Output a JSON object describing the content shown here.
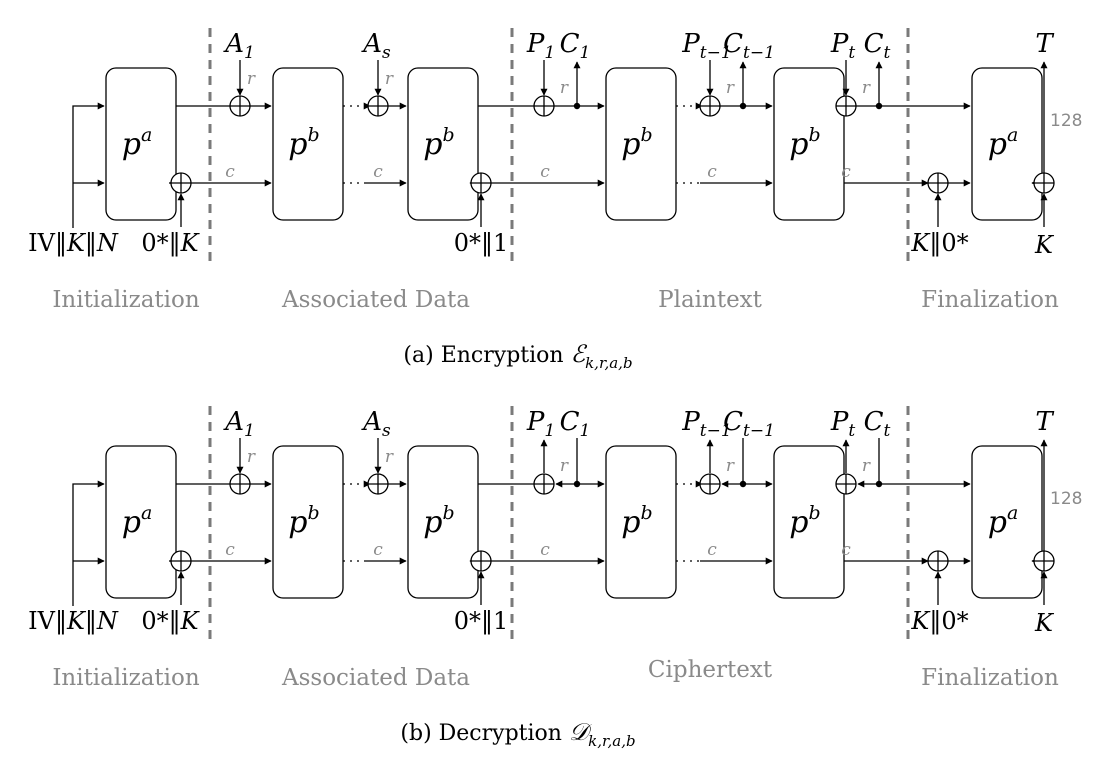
{
  "panels": [
    {
      "caption": "(a) Encryption",
      "caption_symbol": "ℰ",
      "caption_subscript": "k,r,a,b",
      "mode": "enc",
      "phases": [
        "Initialization",
        "Associated Data",
        "Plaintext",
        "Finalization"
      ]
    },
    {
      "caption": "(b) Decryption",
      "caption_symbol": "𝒟",
      "caption_subscript": "k,r,a,b",
      "mode": "dec",
      "phases": [
        "Initialization",
        "Associated Data",
        "Ciphertext",
        "Finalization"
      ]
    }
  ],
  "labels": {
    "init_input": "IV‖K‖N",
    "init_key_xor": "0*‖K",
    "domain_sep": "0*‖1",
    "final_key_xor": "K‖0*",
    "final_key": "K",
    "tag": "T",
    "tag_bits": "128",
    "rate": "r",
    "capacity": "c",
    "perm_base": "p",
    "perm_a_exp": "a",
    "perm_b_exp": "b",
    "A1": "A",
    "A1_sub": "1",
    "As": "A",
    "As_sub": "s",
    "P1": "P",
    "P1_sub": "1",
    "C1": "C",
    "C1_sub": "1",
    "Pt1": "P",
    "Pt1_sub": "t−1",
    "Ct1": "C",
    "Ct1_sub": "t−1",
    "Pt": "P",
    "Pt_sub": "t",
    "Ct": "C",
    "Ct_sub": "t"
  }
}
